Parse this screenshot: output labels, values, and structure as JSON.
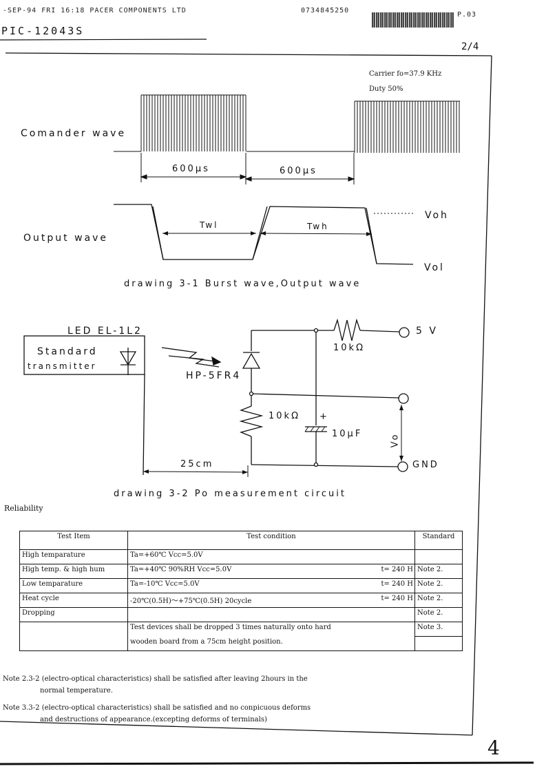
{
  "fax_header": {
    "date": "-SEP-94",
    "day": "FRI",
    "time": "16:18",
    "company": "PACER COMPONENTS LTD",
    "fax_number": "0734845250",
    "page_ref": "P.03"
  },
  "doc": {
    "part_number": "PIC-12043S",
    "page": "2/4",
    "handwritten_page": "4"
  },
  "drawing1": {
    "carrier_label": "Carrier fo=37.9 KHz",
    "duty_label": "Duty 50%",
    "commander_label": "Comander wave",
    "dim1": "600μs",
    "dim2": "600μs",
    "output_label": "Output wave",
    "twl": "Twl",
    "twh": "Twh",
    "voh": "Voh",
    "vol": "Vol",
    "caption": "drawing 3-1 Burst wave,Output wave"
  },
  "drawing2": {
    "led_label": "LED EL-1L2",
    "transmitter_line1": "Standard",
    "transmitter_line2": "transmitter",
    "receiver": "HP-5FR4",
    "r_top": "10kΩ",
    "r_left": "10kΩ",
    "cap_plus": "+",
    "cap_value": "10μF",
    "supply": "5 V",
    "vo": "Vo",
    "gnd": "GND",
    "distance": "25cm",
    "caption": "drawing 3-2 Po measurement circuit"
  },
  "reliability": {
    "heading": "Reliability",
    "headers": {
      "item": "Test Item",
      "condition": "Test condition",
      "standard": "Standard"
    },
    "rows": [
      {
        "item": "High temparature",
        "condition": "Ta=+60℃ Vcc=5.0V",
        "time": "",
        "standard": ""
      },
      {
        "item": "High temp. & high hum",
        "condition": "Ta=+40℃ 90%RH Vcc=5.0V",
        "time": "t= 240 H",
        "standard": "Note 2."
      },
      {
        "item": "Low temparature",
        "condition": "Ta=-10℃ Vcc=5.0V",
        "time": "t= 240 H",
        "standard": "Note 2."
      },
      {
        "item": "Heat cycle",
        "condition": "-20℃(0.5H)～+75℃(0.5H) 20cycle",
        "time": "t= 240 H",
        "standard": "Note 2."
      },
      {
        "item": "Dropping",
        "condition": "",
        "time": "",
        "standard": "Note 2."
      },
      {
        "item": "",
        "condition": "Test devices shall be dropped 3 times naturally onto hard",
        "time": "",
        "standard": "Note 3."
      },
      {
        "item": "",
        "condition": "wooden board from a 75cm height position.",
        "time": "",
        "standard": ""
      }
    ]
  },
  "notes": {
    "note2_line1": "Note 2.3-2 (electro-optical characteristics) shall be satisfied after leaving 2hours in the",
    "note2_line2": "normal temperature.",
    "note3_line1": "Note 3.3-2 (electro-optical characteristics) shall be satisfied and no conpicuous deforms",
    "note3_line2": "and destructions of appearance.(excepting deforms of terminals)"
  }
}
